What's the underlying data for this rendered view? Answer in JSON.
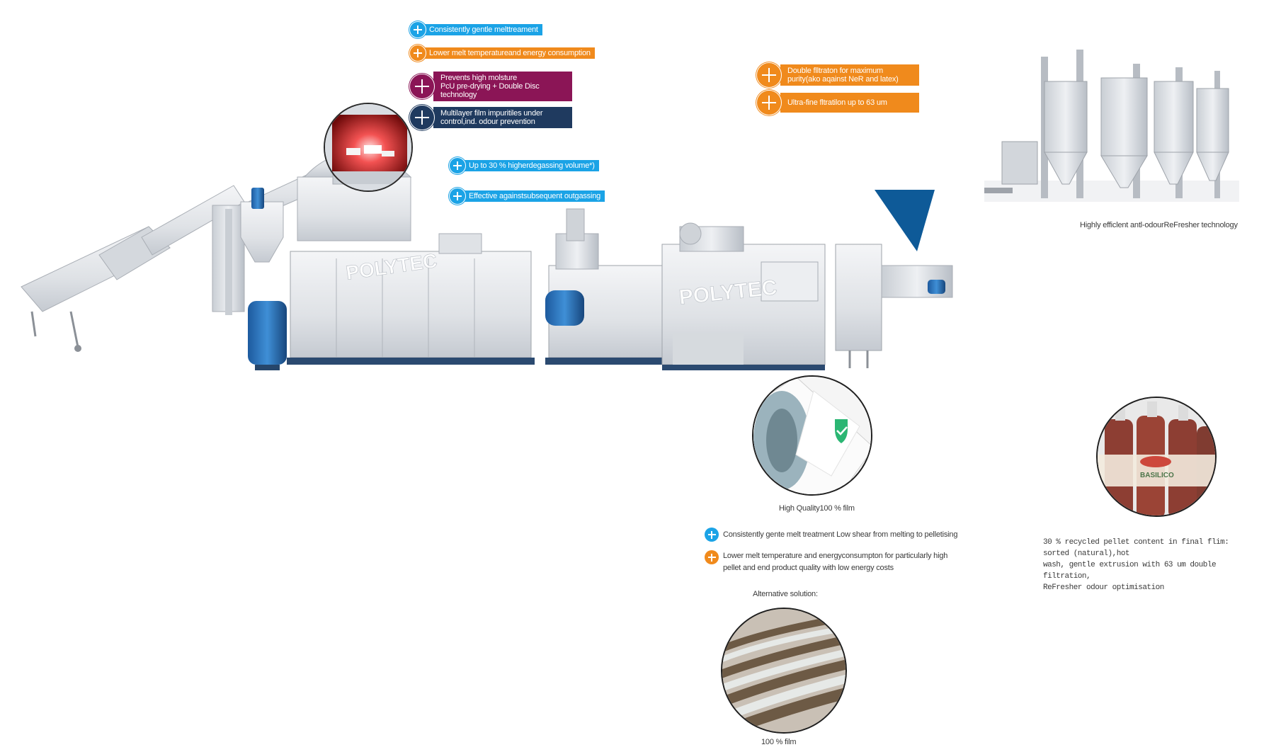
{
  "colors": {
    "blue": "#1ba3e6",
    "orange": "#f08a1c",
    "purple": "#8b1556",
    "navy": "#1f3a5f",
    "triangle": "#0e5a98"
  },
  "tags": {
    "t1": "Consistently gentle melttreament",
    "t2": "Lower melt temperatureand energy consumption",
    "t3": "Prevents high molsture\nPcU pre-drying + Double Disc technology",
    "t4": "Multilayer film impuritiles under\ncontrol,ind. odour prevention",
    "t5": "Up to 30 % higherdegassing volume*)",
    "t6": "Effective againstsubsequent outgassing",
    "t7": "Double flltraton for maximum\npurity(ako aqainst NeR and latex)",
    "t8": "Ultra-fine fltratilon up to 63 um"
  },
  "captions": {
    "refresher": "Highly efficlent antl-odourReFresher technology",
    "film_quality": "High Quality100 % film",
    "bullet1": "Consistently gente melt treatment Low shear from melting to pelletising",
    "bullet2": "Lower melt temperature and energyconsumpton for particularly high\npellet and end product quality with low energy costs",
    "alternative": "Alternative solution:",
    "film100": "100 % film",
    "recycled": "30 % recycled pellet content in final flim: sorted (natural),hot\nwash, gentle extrusion with 63 um double filtration,\nReFresher odour optimisation"
  },
  "logos": {
    "machine_watermark": "POLYTEC"
  },
  "bottle_label": "BASILICO"
}
